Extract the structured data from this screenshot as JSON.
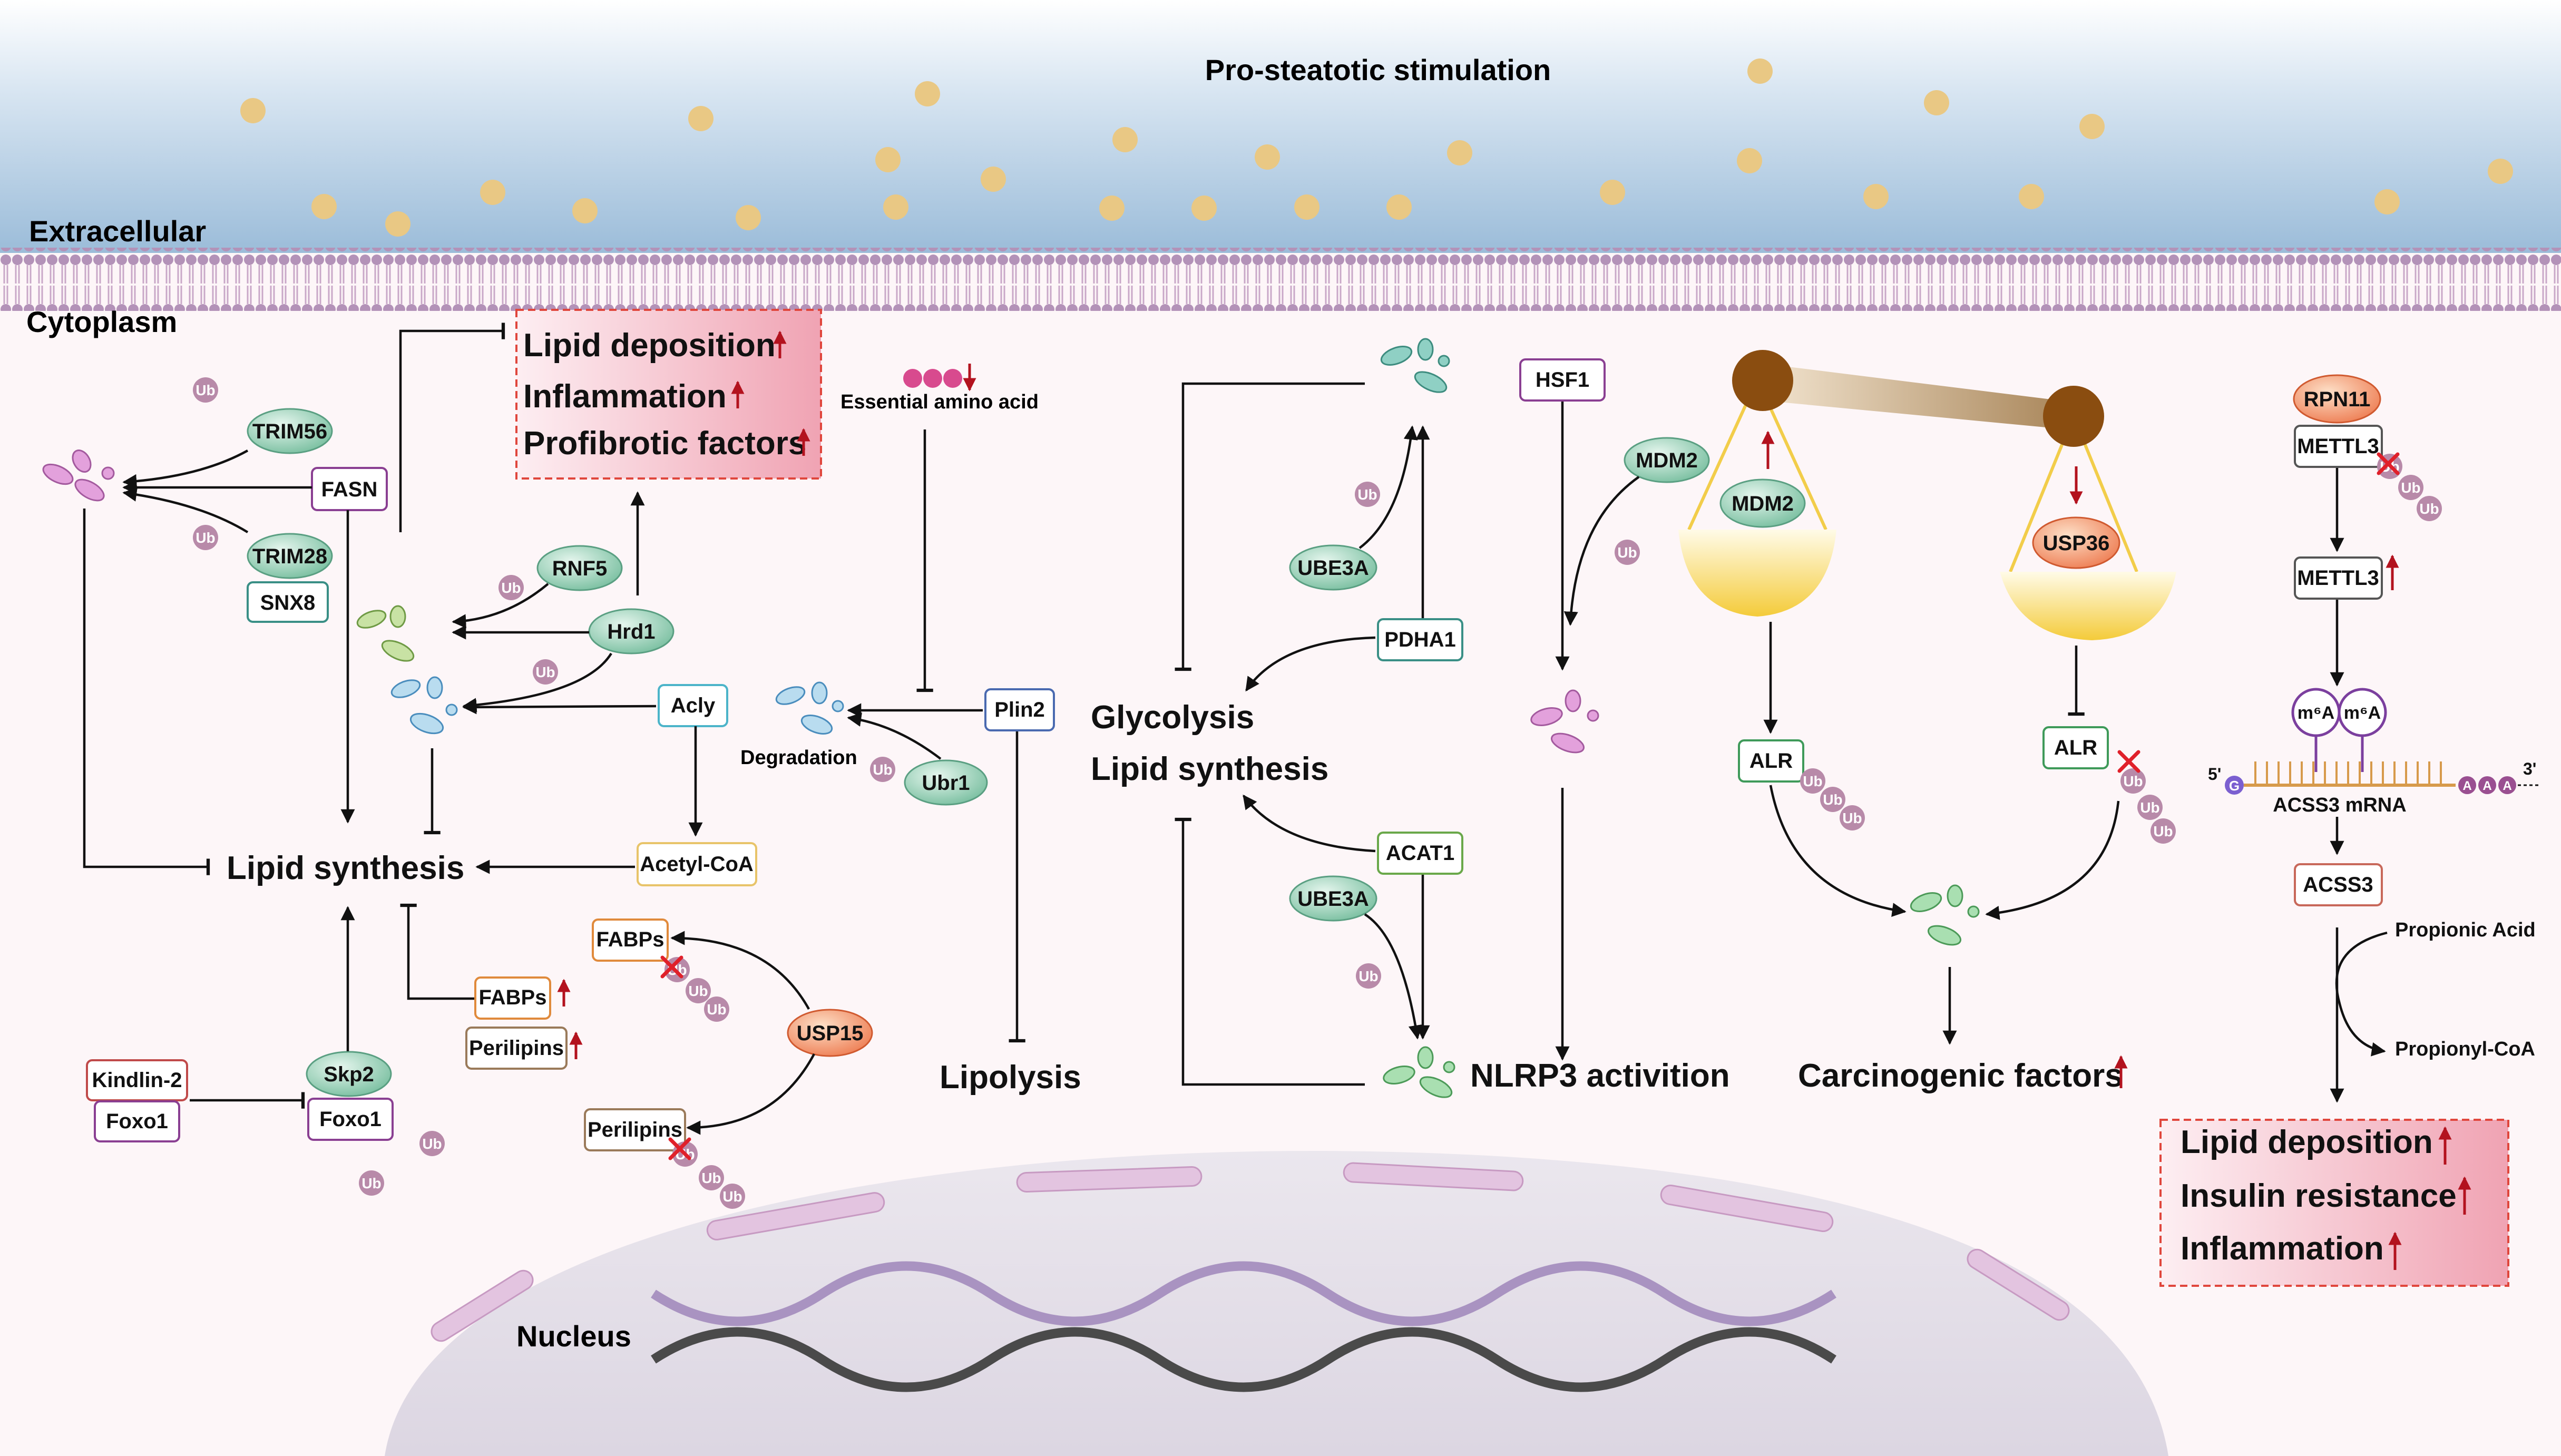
{
  "regions": {
    "stimulation": "Pro-steatotic stimulation",
    "extracellular": "Extracellular",
    "cytoplasm": "Cytoplasm",
    "nucleus": "Nucleus"
  },
  "colors": {
    "protein_green": "#9fd4bd",
    "enzyme_orange": "#f29a6c",
    "ub_purple": "#b88aa9",
    "highlight_red": "#f1a9b6",
    "gold": "#f2cd4a",
    "lipid_droplet": "#e9c884"
  },
  "ub": "Ub",
  "up_arrow": "↑",
  "down_arrow": "↓",
  "panel1": {
    "outcomes": [
      "Lipid deposition",
      "Inflammation",
      "Profibrotic factors"
    ],
    "trim56": "TRIM56",
    "fasn": "FASN",
    "trim28": "TRIM28",
    "snx8": "SNX8",
    "rnf5": "RNF5",
    "hrd1": "Hrd1",
    "acly": "Acly",
    "acetyl_coa": "Acetyl-CoA",
    "lipid_synthesis": "Lipid synthesis",
    "fabps": "FABPs",
    "perilipins": "Perilipins",
    "kindlin2": "Kindlin-2",
    "foxo1": "Foxo1",
    "skp2": "Skp2",
    "usp15": "USP15"
  },
  "panel2": {
    "essential_aa": "Essential amino acid",
    "plin2": "Plin2",
    "degradation": "Degradation",
    "ubr1": "Ubr1",
    "lipolysis": "Lipolysis"
  },
  "panel3": {
    "ube3a": "UBE3A",
    "pdha1": "PDHA1",
    "glycolysis": "Glycolysis",
    "lipid_synthesis": "Lipid synthesis",
    "acat1": "ACAT1",
    "hsf1": "HSF1",
    "mdm2": "MDM2",
    "nlrp3": "NLRP3 activition"
  },
  "panel4": {
    "mdm2": "MDM2",
    "usp36": "USP36",
    "alr": "ALR",
    "carcinogenic": "Carcinogenic factors"
  },
  "panel5": {
    "rpn11": "RPN11",
    "mettl3": "METTL3",
    "m6a": "m⁶A",
    "five_prime": "5'",
    "three_prime": "3'",
    "cap": "G",
    "polya": "A",
    "mrna": "ACSS3 mRNA",
    "acss3": "ACSS3",
    "propionic": "Propionic Acid",
    "propionyl": "Propionyl-CoA",
    "outcomes": [
      "Lipid deposition",
      "Insulin resistance",
      "Inflammation"
    ]
  }
}
